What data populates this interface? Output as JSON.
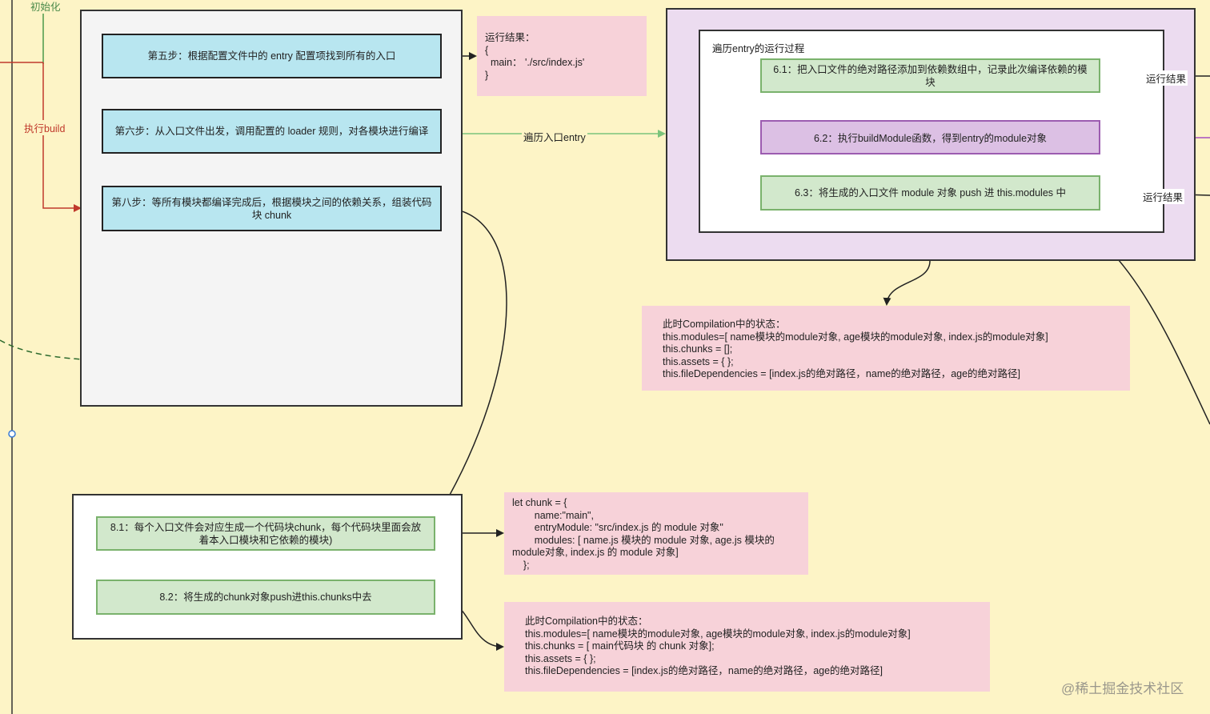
{
  "left_labels": {
    "init": "初始化",
    "build": "执行build"
  },
  "main_panel": {
    "step5": "第五步：根据配置文件中的 entry 配置项找到所有的入口",
    "step6": "第六步：从入口文件出发，调用配置的 loader 规则，对各模块进行编译",
    "step8": "第八步：等所有模块都编译完成后，根据模块之间的依赖关系，组装代码块 chunk"
  },
  "entry_result_note": "运行结果：\n{\n  main： './src/index.js'\n}",
  "edge_label_entry": "遍历入口entry",
  "entry_panel": {
    "title": "遍历entry的运行过程",
    "step61": "6.1：把入口文件的绝对路径添加到依赖数组中，记录此次编译依赖的模块",
    "step62": "6.2：执行buildModule函数，得到entry的module对象",
    "step63": "6.3：将生成的入口文件 module 对象 push 进 this.modules 中",
    "result_label_1": "运行结果",
    "result_label_2": "运行结果"
  },
  "compilation_note_1": "此时Compilation中的状态：\nthis.modules=[ name模块的module对象, age模块的module对象, index.js的module对象]\nthis.chunks = [];\nthis.assets = { };\nthis.fileDependencies = [index.js的绝对路径，name的绝对路径，age的绝对路径]",
  "chunk_panel": {
    "step81": "8.1：每个入口文件会对应生成一个代码块chunk，每个代码块里面会放着本入口模块和它依赖的模块)",
    "step82": "8.2：将生成的chunk对象push进this.chunks中去"
  },
  "chunk_note": "let chunk = {\n        name:\"main\",\n        entryModule: \"src/index.js 的 module 对象\"\n        modules: [ name.js 模块的 module 对象, age.js 模块的\nmodule对象, index.js 的 module 对象]\n    };",
  "compilation_note_2": "此时Compilation中的状态：\nthis.modules=[ name模块的module对象, age模块的module对象, index.js的module对象]\nthis.chunks = [ main代码块 的 chunk 对象];\nthis.assets = { };\nthis.fileDependencies = [index.js的绝对路径，name的绝对路径，age的绝对路径]",
  "watermark": "@稀土掘金技术社区",
  "colors": {
    "background": "#fdf4c6",
    "step_blue": "#b8e6f0",
    "step_green": "#d2e8cc",
    "step_purple": "#dcc0e4",
    "note_pink": "#f7d2d9",
    "arrow_red": "#c0392b",
    "arrow_green": "#7bc47b",
    "line_purple": "#a64fc0"
  }
}
